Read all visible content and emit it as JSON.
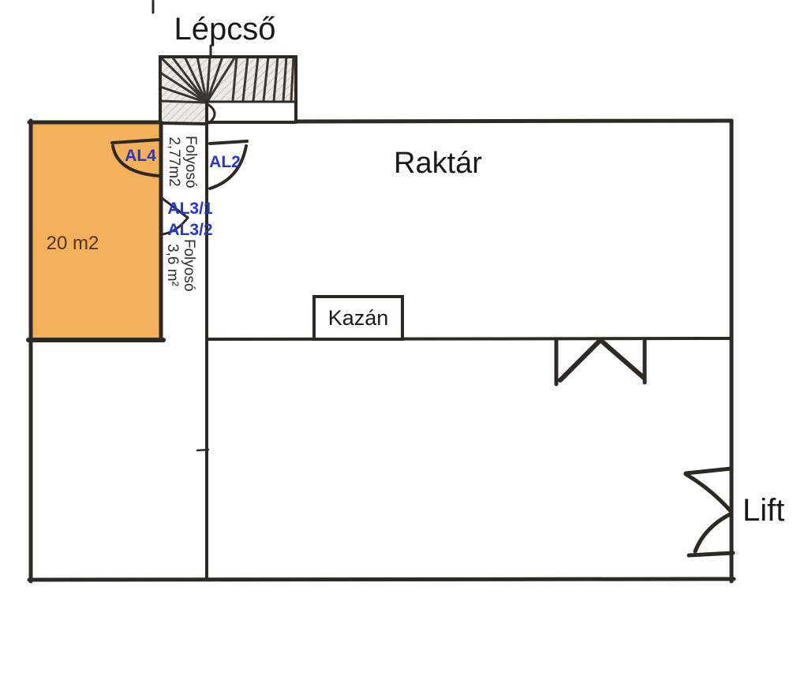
{
  "plan": {
    "labels": {
      "stairs": "Lépcső",
      "storage": "Raktár",
      "boiler": "Kazán",
      "lift": "Lift",
      "room_area": "20 m2",
      "corridor_upper": "Folyosó\n2,77m2",
      "corridor_lower": "Folyosó\n3,6 m²"
    },
    "door_labels": {
      "al4": "AL4",
      "al2": "AL2",
      "al3_1": "AL3/1",
      "al3_2": "AL3/2"
    },
    "colors": {
      "wall": "#2d2a26",
      "room_fill": "#f4b05a",
      "door_label": "#2338c8",
      "area_text": "#50331a",
      "corridor_text": "#2d2d2d",
      "label_text": "#1a1a1a",
      "stair_fill": "#eceae5",
      "stair_hatch": "#c9c4bb",
      "background": "#ffffff"
    }
  }
}
